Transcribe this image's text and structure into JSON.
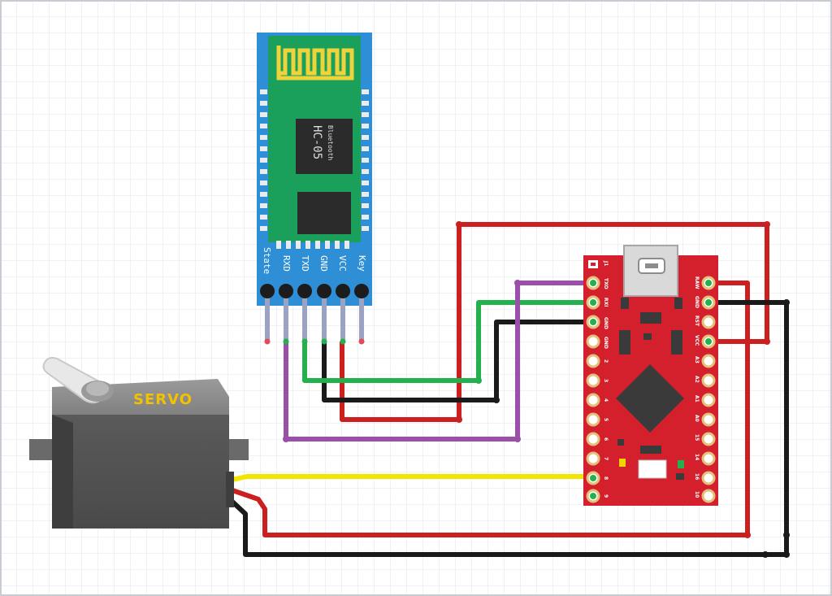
{
  "hc05": {
    "model": "HC-05",
    "subtitle": "Bluetooth",
    "pins": [
      "State",
      "RXD",
      "TXD",
      "GND",
      "VCC",
      "Key"
    ]
  },
  "promicro": {
    "left_pins": [
      "TXO",
      "RXI",
      "GND",
      "GND",
      "2",
      "3",
      "4",
      "5",
      "6",
      "7",
      "8",
      "9"
    ],
    "left_header": "J1",
    "right_pins": [
      "RAW",
      "GND",
      "RST",
      "VCC",
      "A3",
      "A2",
      "A1",
      "A0",
      "15",
      "14",
      "16",
      "10"
    ]
  },
  "servo": {
    "label": "SERVO"
  },
  "colors": {
    "red_wire": "#cc1f1f",
    "black_wire": "#1a1a1a",
    "green_wire": "#22b14c",
    "purple_wire": "#9b4fa8",
    "yellow_wire": "#f2e600",
    "hc05_board": "#2e8fd6",
    "hc05_pcb": "#1aa05a",
    "promicro_board": "#d4202c",
    "servo_body": "#5a5a5a"
  }
}
